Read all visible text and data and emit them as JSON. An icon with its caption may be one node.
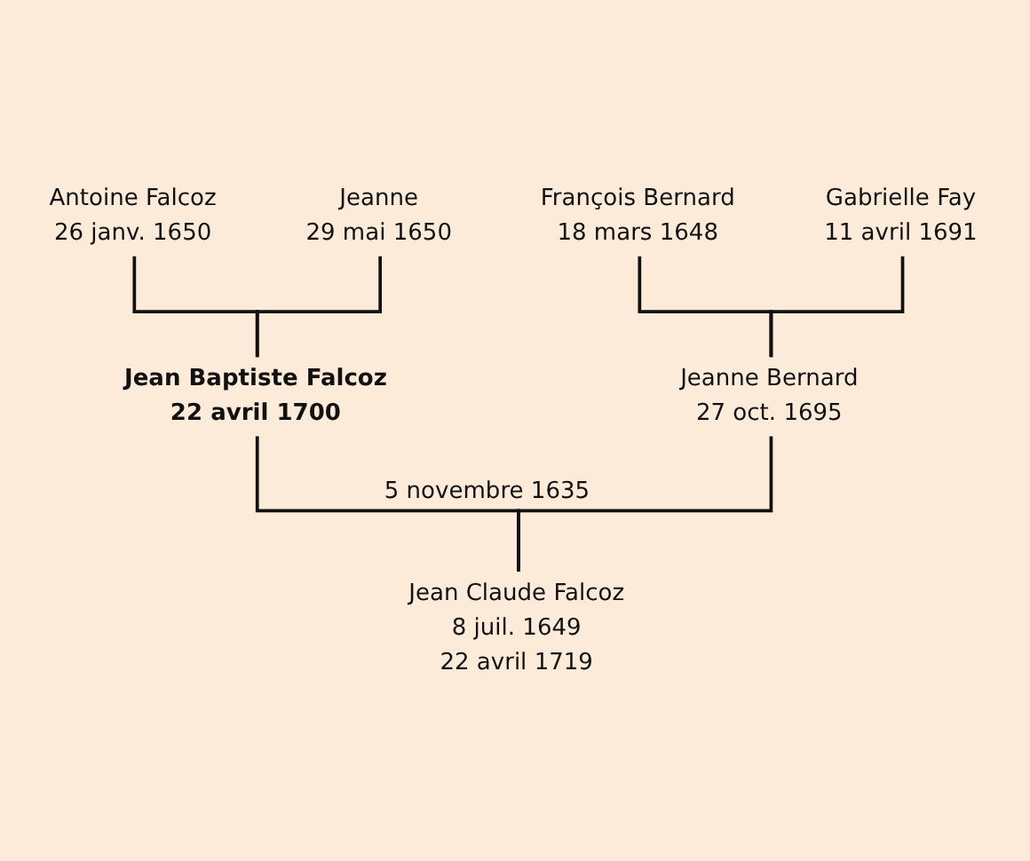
{
  "diagram": {
    "nodes": [
      {
        "text": [
          "Antoine Falcoz",
          "26 janv. 1650"
        ]
      },
      {
        "text": [
          "Jeanne",
          "29 mai 1650"
        ]
      },
      {
        "text": [
          "François Bernard",
          "18 mars 1648"
        ]
      },
      {
        "text": [
          "Gabrielle Fay",
          "11 avril 1691"
        ]
      },
      {
        "text": [
          "Jean Baptiste Falcoz",
          "22 avril 1700"
        ]
      },
      {
        "text": [
          "Jeanne Bernard",
          "27 oct. 1695"
        ]
      },
      {
        "text": [
          "Jean Claude Falcoz",
          "8 juil. 1649",
          "22 avril 1719"
        ]
      }
    ],
    "edges": [
      {
        "from": 0,
        "to": 4,
        "arrow": "none"
      },
      {
        "from": 1,
        "to": 4,
        "arrow": "none"
      },
      {
        "from": 2,
        "to": 5,
        "arrow": "none"
      },
      {
        "from": 3,
        "to": 5,
        "arrow": "none"
      },
      {
        "from": 4,
        "to": 6,
        "arrow": "none",
        "label": "5 novembre 1635"
      },
      {
        "from": 5,
        "to": 6,
        "arrow": "none"
      }
    ]
  }
}
